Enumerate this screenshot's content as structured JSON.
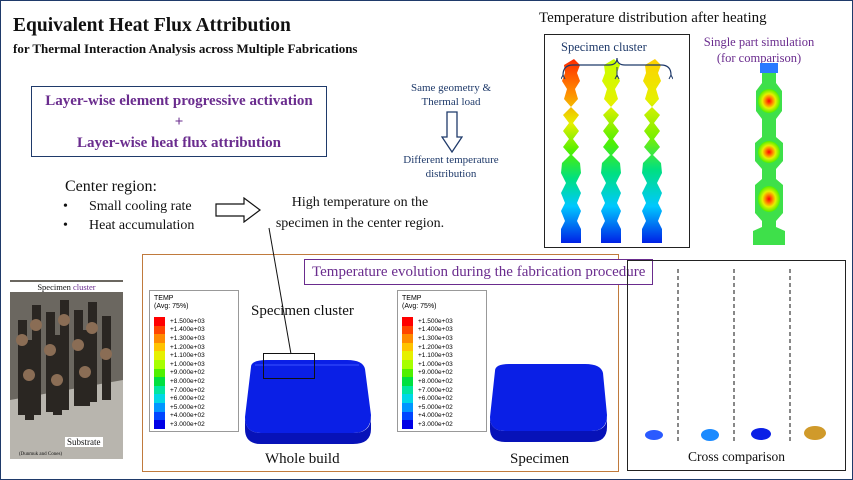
{
  "title": "Equivalent Heat Flux Attribution",
  "subtitle": "for Thermal Interaction Analysis across Multiple Fabrications",
  "method_box": {
    "line1": "Layer-wise element progressive activation",
    "plus": "+",
    "line2": "Layer-wise heat flux attribution"
  },
  "arrow_note": {
    "top_line1": "Same geometry &",
    "top_line2": "Thermal load",
    "bottom_line1": "Different temperature",
    "bottom_line2": "distribution"
  },
  "center_region": {
    "heading": "Center region:",
    "bullets": [
      "Small cooling rate",
      "Heat accumulation"
    ],
    "bullet_glyph": "•"
  },
  "high_temp_note": {
    "line1": "High temperature on the",
    "line2": "specimen in the center region."
  },
  "temp_after_heating": {
    "title": "Temperature distribution after heating",
    "cluster_label": "Specimen cluster",
    "single_line1": "Single part simulation",
    "single_line2": "(for comparison)"
  },
  "photo": {
    "title_prefix": "Specimen ",
    "title_highlight": "cluster",
    "substrate_label": "Substrate",
    "credit": "(Dunmuk and Cones)"
  },
  "evolution": {
    "title": "Temperature evolution during the fabrication procedure",
    "cluster_label": "Specimen cluster",
    "whole_build_label": "Whole build",
    "specimen_label": "Specimen"
  },
  "legend": {
    "title_line1": "TEMP",
    "title_line2": "(Avg: 75%)",
    "entries": [
      {
        "label": "+1.500e+03",
        "color": "#ff0000"
      },
      {
        "label": "+1.400e+03",
        "color": "#ff4500"
      },
      {
        "label": "+1.300e+03",
        "color": "#ff8a00"
      },
      {
        "label": "+1.200e+03",
        "color": "#ffc300"
      },
      {
        "label": "+1.100e+03",
        "color": "#e6f000"
      },
      {
        "label": "+1.000e+03",
        "color": "#a6ff00"
      },
      {
        "label": "+9.000e+02",
        "color": "#50f000"
      },
      {
        "label": "+8.000e+02",
        "color": "#00e040"
      },
      {
        "label": "+7.000e+02",
        "color": "#00e6a0"
      },
      {
        "label": "+6.000e+02",
        "color": "#00d8e6"
      },
      {
        "label": "+5.000e+02",
        "color": "#0096ff"
      },
      {
        "label": "+4.000e+02",
        "color": "#0046ff"
      },
      {
        "label": "+3.000e+02",
        "color": "#0000e6"
      }
    ]
  },
  "cross_comparison": {
    "label": "Cross comparison"
  },
  "colors": {
    "purple": "#6a2c8e",
    "navy": "#1f3a6a",
    "orange_border": "#c07a3d",
    "build_blue": "#0a1fe6",
    "highlight_red": "#c0392b"
  }
}
